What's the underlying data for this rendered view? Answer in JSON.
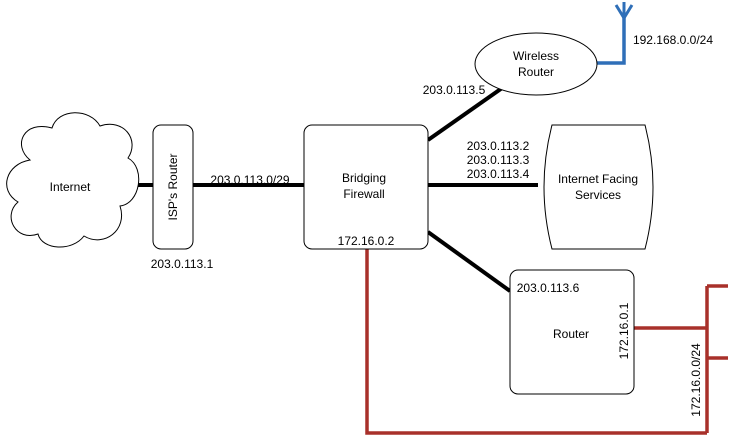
{
  "colors": {
    "line": "#000000",
    "wireless": "#2f6fb8",
    "lan": "#a8302a",
    "node_fill": "#ffffff",
    "node_stroke": "#000000"
  },
  "nodes": {
    "internet": {
      "label": "Internet"
    },
    "isp_router": {
      "label": "ISP's Router"
    },
    "firewall": {
      "label_line1": "Bridging",
      "label_line2": "Firewall"
    },
    "wireless_router": {
      "label_line1": "Wireless",
      "label_line2": "Router"
    },
    "internet_services": {
      "label_line1": "Internet Facing",
      "label_line2": "Services"
    },
    "router": {
      "label": "Router"
    }
  },
  "addresses": {
    "isp_router_ip": "203.0.113.1",
    "wan_subnet": "203.0.113.0/29",
    "wireless_ip": "203.0.113.5",
    "wireless_subnet": "192.168.0.0/24",
    "services_ip_1": "203.0.113.2",
    "services_ip_2": "203.0.113.3",
    "services_ip_3": "203.0.113.4",
    "router_wan_ip": "203.0.113.6",
    "firewall_lan_ip": "172.16.0.2",
    "router_lan_ip": "172.16.0.1",
    "lan_subnet": "172.16.0.0/24"
  }
}
